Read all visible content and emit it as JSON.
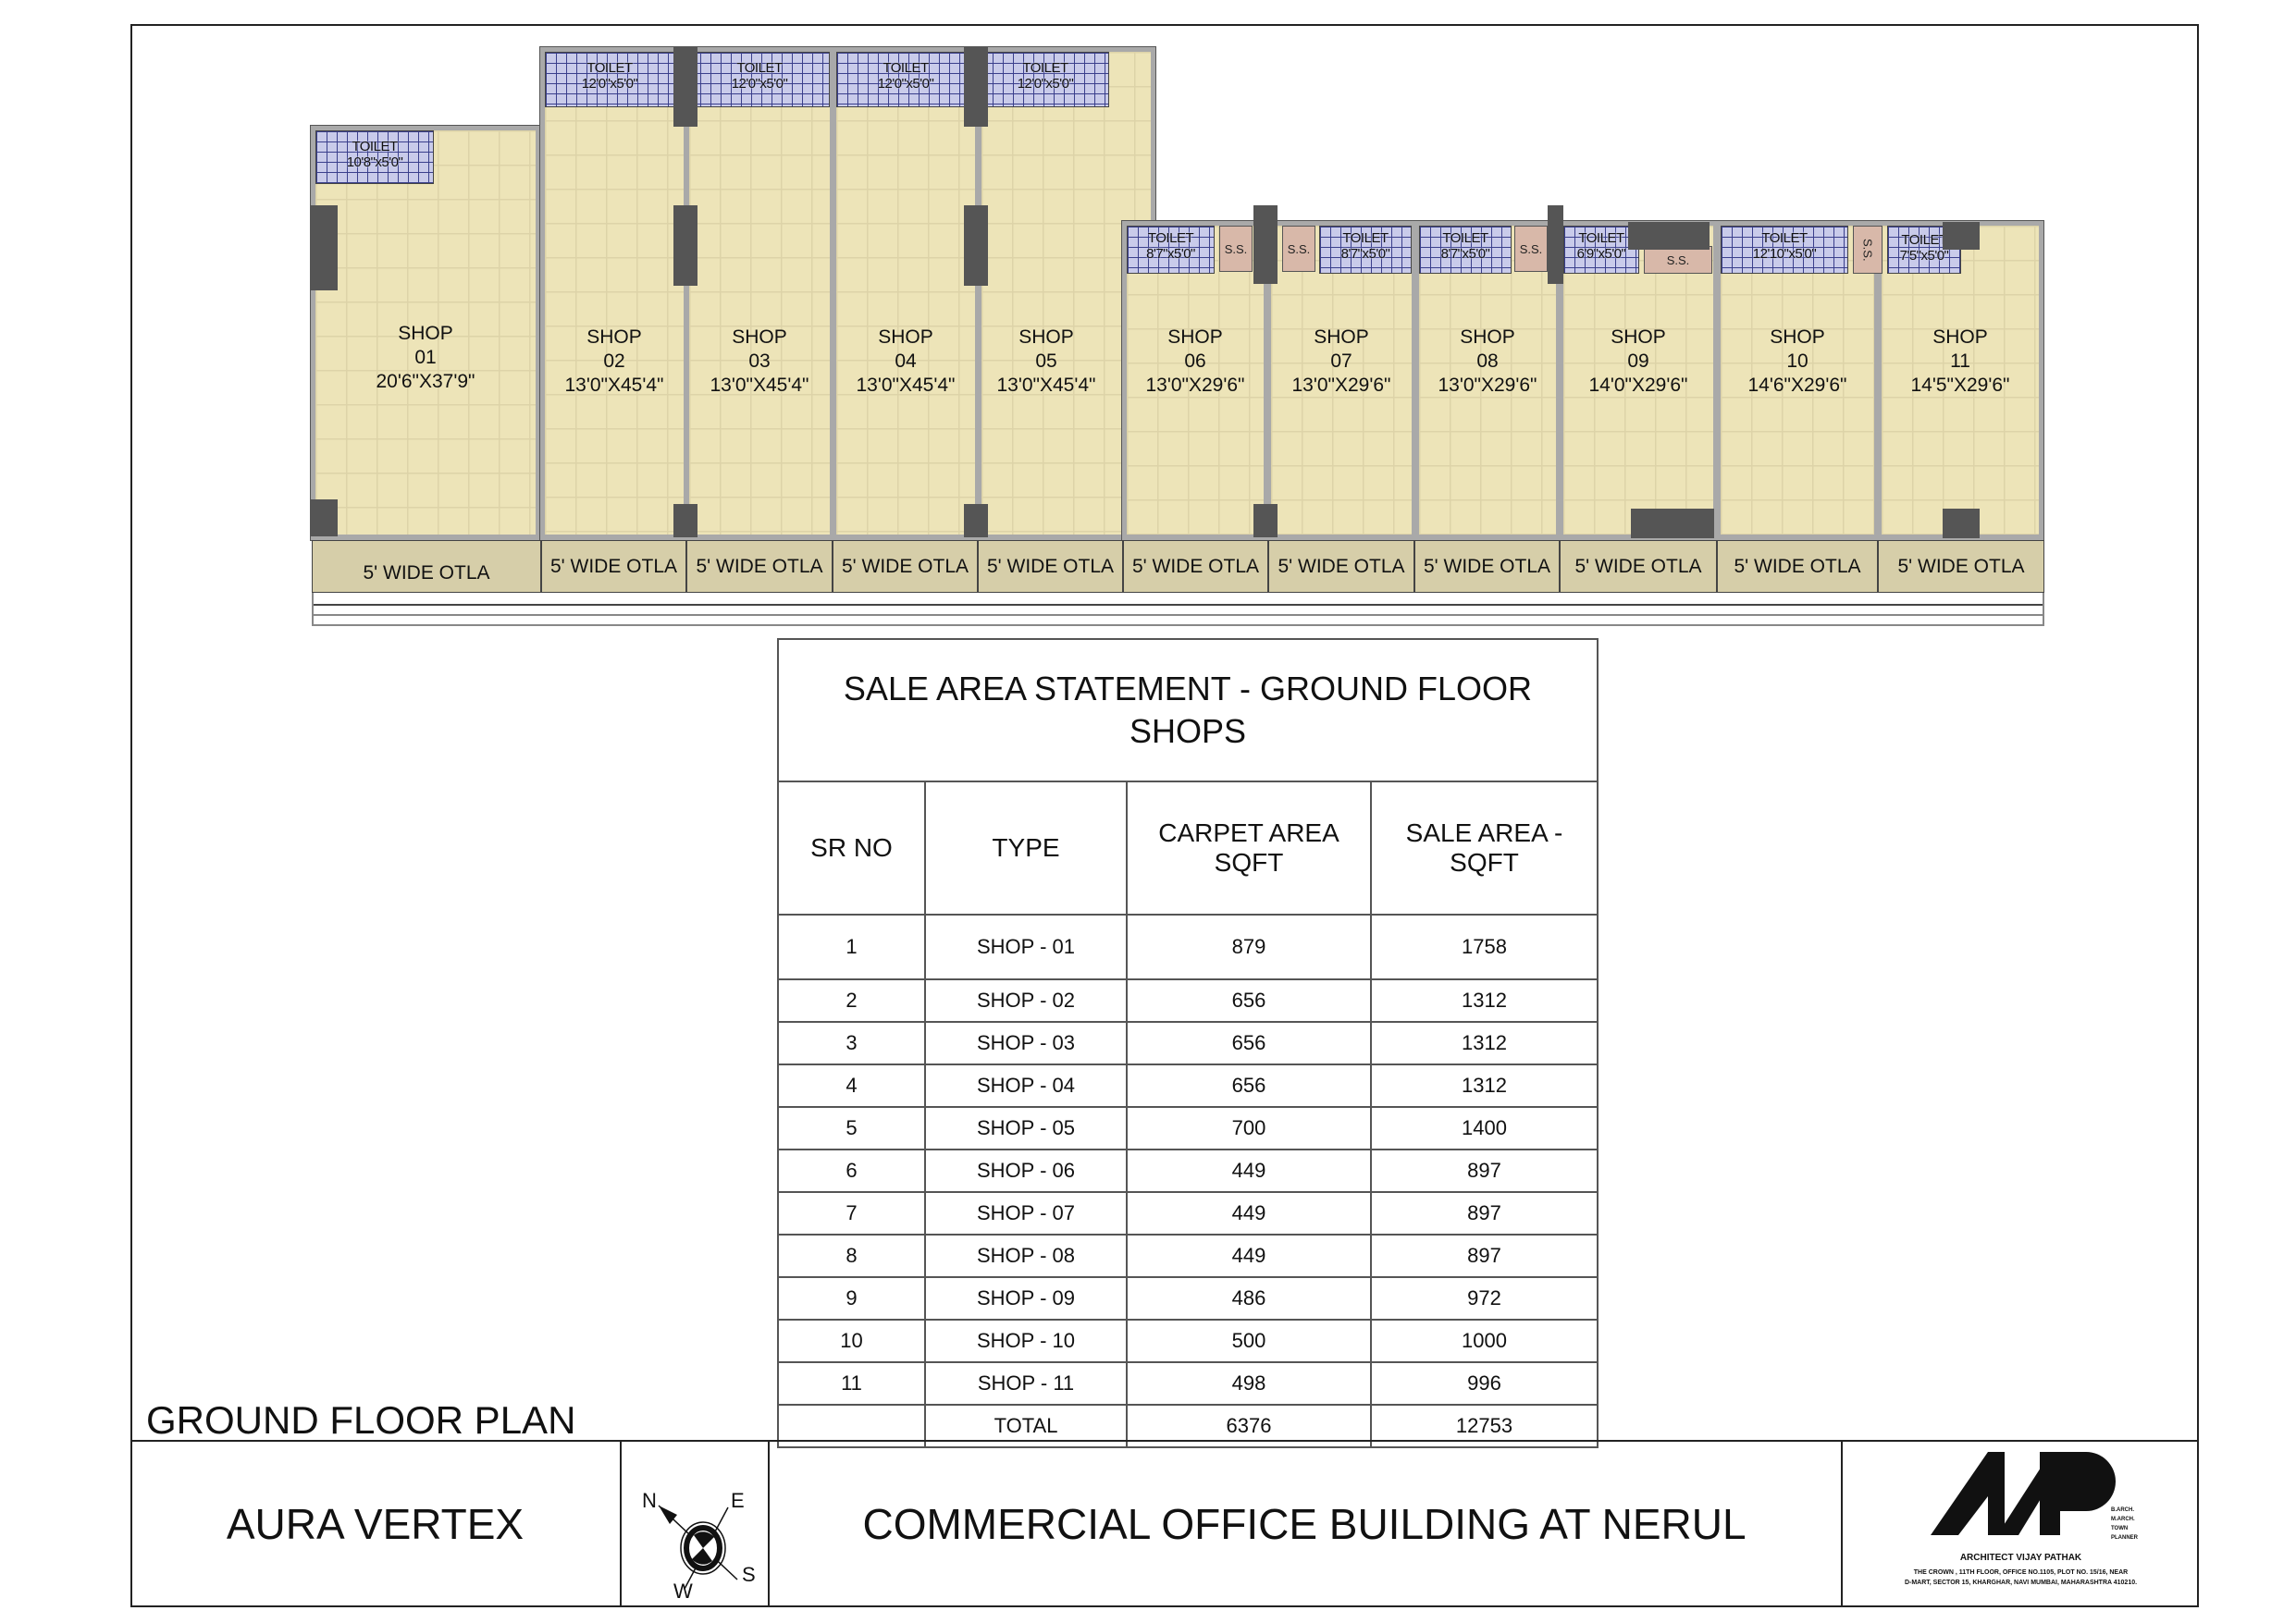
{
  "drawing": {
    "plan_title": "GROUND FLOOR PLAN",
    "project_name": "AURA VERTEX",
    "building_title": "COMMERCIAL OFFICE BUILDING AT NERUL"
  },
  "colors": {
    "floor": "#ede4b8",
    "toilet_tile": "#c9cbea",
    "tile_grid": "#3a3f8c",
    "column": "#555555",
    "wall": "#a9a9a9",
    "otla": "#d6cea9",
    "shaft": "#d8b8a9"
  },
  "shops": [
    {
      "label": "SHOP",
      "number": "01",
      "size": "20'6\"X37'9\""
    },
    {
      "label": "SHOP",
      "number": "02",
      "size": "13'0\"X45'4\""
    },
    {
      "label": "SHOP",
      "number": "03",
      "size": "13'0\"X45'4\""
    },
    {
      "label": "SHOP",
      "number": "04",
      "size": "13'0\"X45'4\""
    },
    {
      "label": "SHOP",
      "number": "05",
      "size": "13'0\"X45'4\""
    },
    {
      "label": "SHOP",
      "number": "06",
      "size": "13'0\"X29'6\""
    },
    {
      "label": "SHOP",
      "number": "07",
      "size": "13'0\"X29'6\""
    },
    {
      "label": "SHOP",
      "number": "08",
      "size": "13'0\"X29'6\""
    },
    {
      "label": "SHOP",
      "number": "09",
      "size": "14'0\"X29'6\""
    },
    {
      "label": "SHOP",
      "number": "10",
      "size": "14'6\"X29'6\""
    },
    {
      "label": "SHOP",
      "number": "11",
      "size": "14'5\"X29'6\""
    }
  ],
  "toilets": [
    {
      "label": "TOILET",
      "size": "10'8\"x5'0\""
    },
    {
      "label": "TOILET",
      "size": "12'0\"x5'0\""
    },
    {
      "label": "TOILET",
      "size": "12'0\"x5'0\""
    },
    {
      "label": "TOILET",
      "size": "12'0\"x5'0\""
    },
    {
      "label": "TOILET",
      "size": "12'0\"x5'0\""
    },
    {
      "label": "TOILET",
      "size": "8'7\"x5'0\""
    },
    {
      "label": "TOILET",
      "size": "8'7\"x5'0\""
    },
    {
      "label": "TOILET",
      "size": "8'7\"x5'0\""
    },
    {
      "label": "TOILET",
      "size": "6'9\"x5'0\""
    },
    {
      "label": "TOILET",
      "size": "12'10\"x5'0\""
    },
    {
      "label": "TOILET",
      "size": "7'5\"x5'0\""
    }
  ],
  "shaft_label": "S.S.",
  "otla_label": "5' WIDE OTLA",
  "table": {
    "title_line1": "SALE AREA STATEMENT - GROUND FLOOR",
    "title_line2": "SHOPS",
    "headers": [
      "SR NO",
      "TYPE",
      "CARPET AREA SQFT",
      "SALE AREA - SQFT"
    ],
    "header_lines": {
      "carpet_1": "CARPET AREA",
      "carpet_2": "SQFT",
      "sale_1": "SALE AREA -",
      "sale_2": "SQFT"
    },
    "rows": [
      {
        "sr": "1",
        "type": "SHOP - 01",
        "carpet": "879",
        "sale": "1758"
      },
      {
        "sr": "2",
        "type": "SHOP - 02",
        "carpet": "656",
        "sale": "1312"
      },
      {
        "sr": "3",
        "type": "SHOP - 03",
        "carpet": "656",
        "sale": "1312"
      },
      {
        "sr": "4",
        "type": "SHOP - 04",
        "carpet": "656",
        "sale": "1312"
      },
      {
        "sr": "5",
        "type": "SHOP - 05",
        "carpet": "700",
        "sale": "1400"
      },
      {
        "sr": "6",
        "type": "SHOP - 06",
        "carpet": "449",
        "sale": "897"
      },
      {
        "sr": "7",
        "type": "SHOP - 07",
        "carpet": "449",
        "sale": "897"
      },
      {
        "sr": "8",
        "type": "SHOP - 08",
        "carpet": "449",
        "sale": "897"
      },
      {
        "sr": "9",
        "type": "SHOP - 09",
        "carpet": "486",
        "sale": "972"
      },
      {
        "sr": "10",
        "type": "SHOP - 10",
        "carpet": "500",
        "sale": "1000"
      },
      {
        "sr": "11",
        "type": "SHOP - 11",
        "carpet": "498",
        "sale": "996"
      }
    ],
    "total": {
      "sr": "",
      "type": "TOTAL",
      "carpet": "6376",
      "sale": "12753"
    }
  },
  "compass": {
    "n": "N",
    "e": "E",
    "s": "S",
    "w": "W"
  },
  "architect": {
    "logo": "AVP",
    "qualifications": [
      "B.ARCH.",
      "M.ARCH.",
      "TOWN",
      "PLANNER"
    ],
    "name": "ARCHITECT VIJAY PATHAK",
    "address_line1": "THE CROWN , 11TH FLOOR, OFFICE NO.1105, PLOT NO. 15/16, NEAR",
    "address_line2": "D-MART, SECTOR 15, KHARGHAR, NAVI MUMBAI, MAHARASHTRA 410210."
  }
}
